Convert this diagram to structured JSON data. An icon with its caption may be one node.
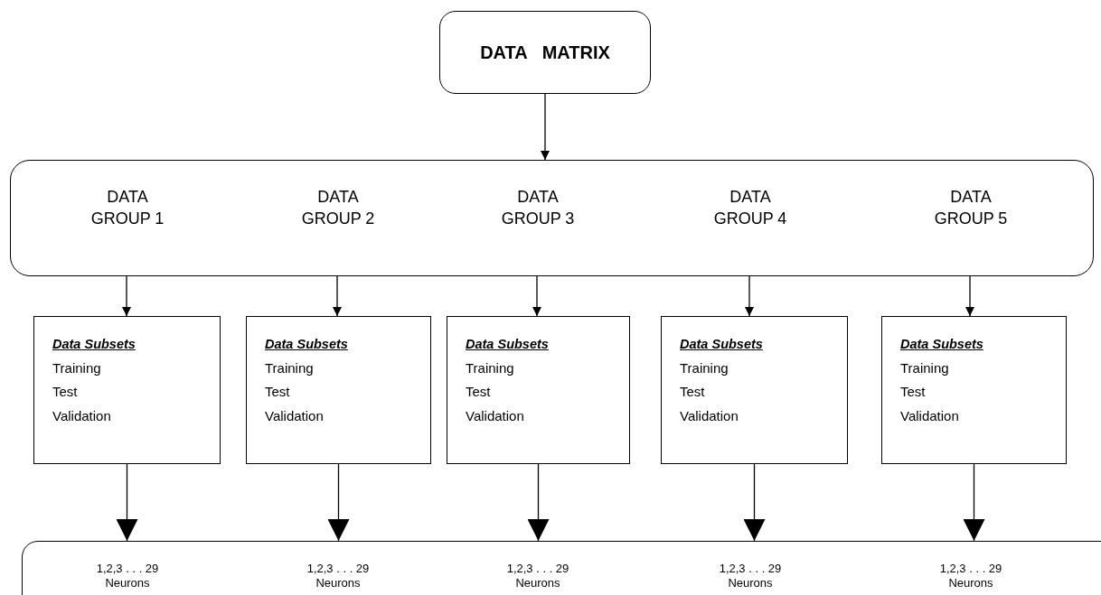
{
  "diagram": {
    "nodes": [
      {
        "text": [
          "DATA   MATRIX"
        ]
      },
      {
        "text": [],
        "shape": "box"
      },
      {
        "text": [
          "DATA GROUP 1"
        ],
        "in": 1
      },
      {
        "text": [
          "DATA GROUP 2"
        ],
        "in": 1
      },
      {
        "text": [
          "DATA GROUP 3"
        ],
        "in": 1
      },
      {
        "text": [
          "DATA GROUP 4"
        ],
        "in": 1
      },
      {
        "text": [
          "DATA GROUP 5"
        ],
        "in": 1
      },
      {
        "text": [
          "Data Subsets",
          "Training",
          "Test",
          "Validation"
        ]
      },
      {
        "text": [
          "Data Subsets",
          "Training",
          "Test",
          "Validation"
        ]
      },
      {
        "text": [
          "Data Subsets",
          "Training",
          "Test",
          "Validation"
        ]
      },
      {
        "text": [
          "Data Subsets",
          "Training",
          "Test",
          "Validation"
        ]
      },
      {
        "text": [
          "Data Subsets",
          "Training",
          "Test",
          "Validation"
        ]
      },
      {
        "text": [],
        "shape": "box"
      },
      {
        "text": [
          "1,2,3 . . . 29",
          "Neurons"
        ],
        "in": 12
      },
      {
        "text": [
          "1,2,3 . . . 29",
          "Neurons"
        ],
        "in": 12
      },
      {
        "text": [
          "1,2,3 . . . 29",
          "Neurons"
        ],
        "in": 12
      },
      {
        "text": [
          "1,2,3 . . . 29",
          "Neurons"
        ],
        "in": 12
      },
      {
        "text": [
          "1,2,3 . . . 29",
          "Neurons"
        ],
        "in": 12
      }
    ],
    "edges": [
      {
        "from": 0,
        "to": 1,
        "arrow": "to"
      },
      {
        "from": 2,
        "to": 7,
        "arrow": "to"
      },
      {
        "from": 3,
        "to": 8,
        "arrow": "to"
      },
      {
        "from": 4,
        "to": 9,
        "arrow": "to"
      },
      {
        "from": 5,
        "to": 10,
        "arrow": "to"
      },
      {
        "from": 6,
        "to": 11,
        "arrow": "to"
      },
      {
        "from": 7,
        "to": 13,
        "arrow": "to"
      },
      {
        "from": 8,
        "to": 14,
        "arrow": "to"
      },
      {
        "from": 9,
        "to": 15,
        "arrow": "to"
      },
      {
        "from": 10,
        "to": 16,
        "arrow": "to"
      },
      {
        "from": 11,
        "to": 17,
        "arrow": "to"
      }
    ]
  }
}
